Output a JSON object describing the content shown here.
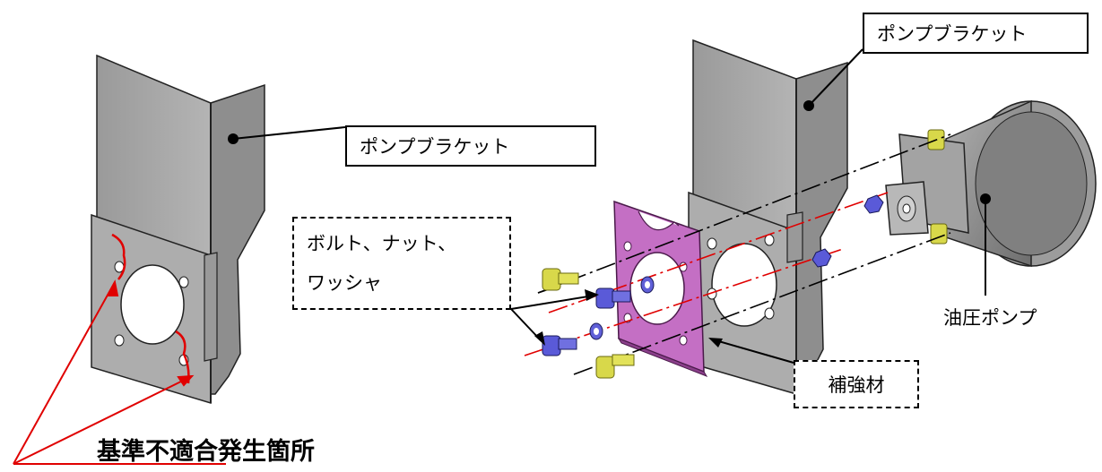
{
  "labels": {
    "pump_bracket_left": "ポンプブラケット",
    "pump_bracket_right": "ポンプブラケット",
    "bolt_nut_washer_line1": "ボルト、ナット、",
    "bolt_nut_washer_line2": "ワッシャ",
    "reinforcement": "補強材",
    "hydraulic_pump": "油圧ポンプ",
    "nonconformance_location": "基準不適合発生箇所"
  },
  "colors": {
    "bracket_front": "#a6a6a6",
    "bracket_side": "#8c8c8c",
    "reinforcement_plate": "#c46fc4",
    "bolt_blue": "#5a5ad8",
    "bolt_yellow": "#d8d84a",
    "defect_red": "#e00000",
    "pump_body": "#8a8a8a"
  }
}
